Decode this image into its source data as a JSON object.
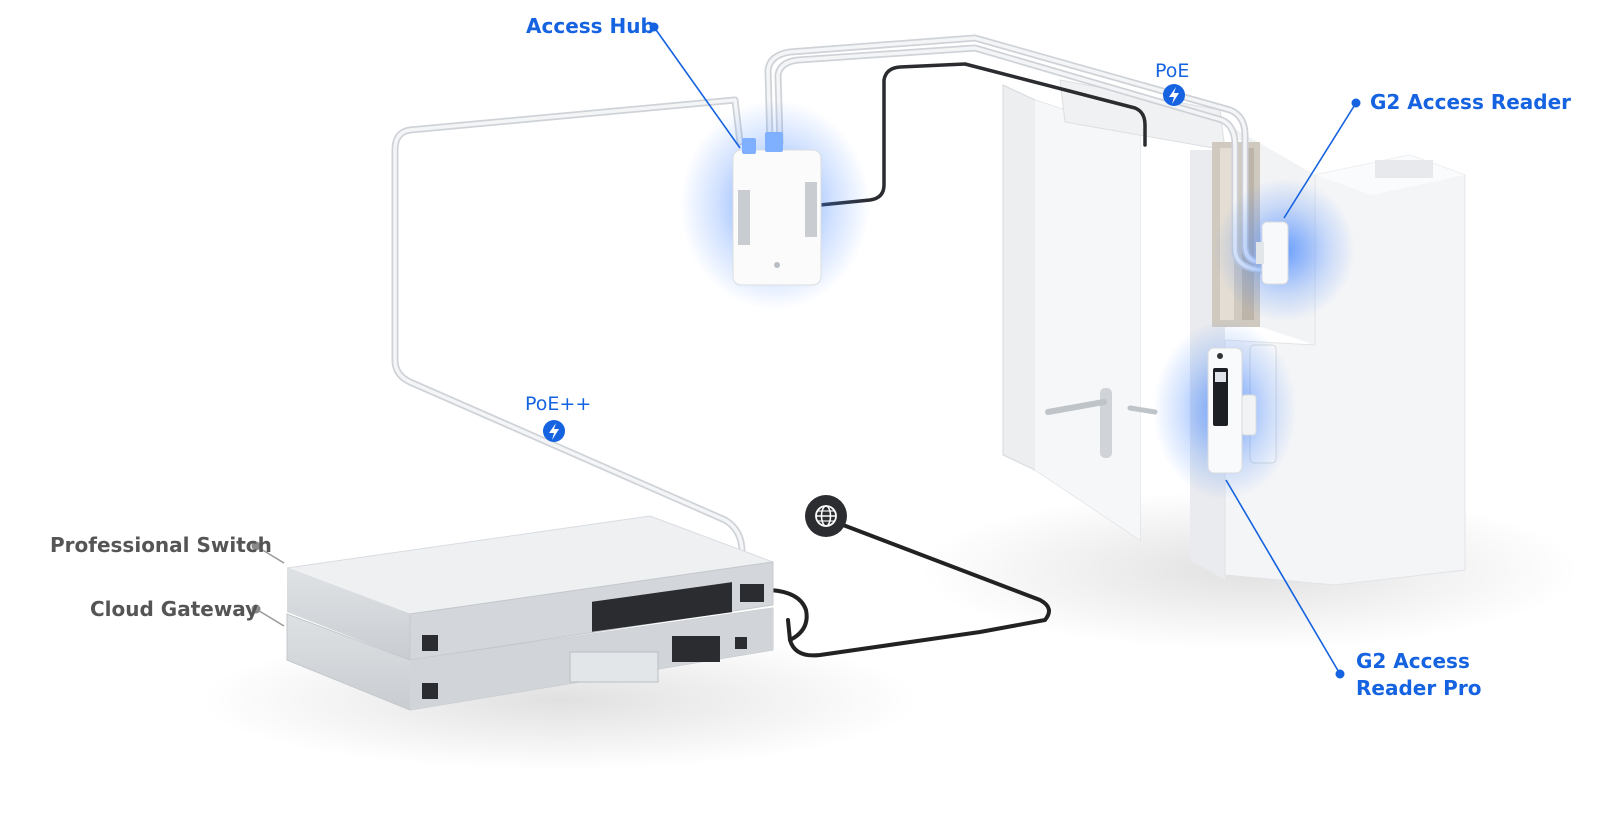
{
  "labels": {
    "access_hub": "Access Hub",
    "g2_access_reader": "G2 Access Reader",
    "g2_access_reader_pro_line1": "G2 Access",
    "g2_access_reader_pro_line2": "Reader Pro",
    "professional_switch": "Professional Switch",
    "cloud_gateway": "Cloud Gateway"
  },
  "power_badges": {
    "poe": "PoE",
    "poe_plus_plus": "PoE++"
  },
  "icons": {
    "power": "lightning-bolt-icon",
    "internet": "globe-icon"
  },
  "colors": {
    "accent_blue": "#1563e0",
    "label_gray": "#555555",
    "glow_blue": "#3f83ff",
    "cable_white": "#d9dde2",
    "cable_black": "#222222"
  }
}
